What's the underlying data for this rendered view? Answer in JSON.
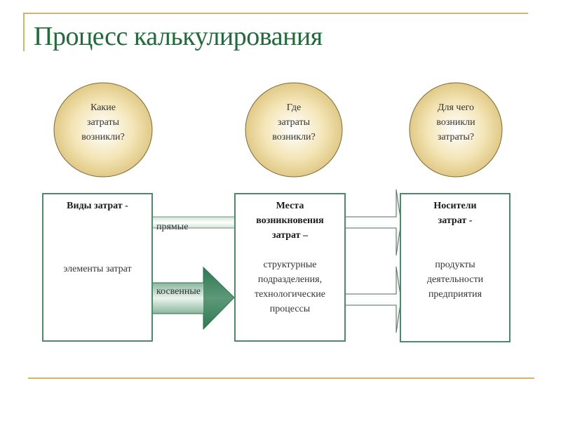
{
  "slide": {
    "title": "Процесс калькулирования",
    "colors": {
      "accent_rule": "#d4b46a",
      "title": "#1f6b3a",
      "box_border": "#4d8a68",
      "ellipse_fill": "#e8d190",
      "arrow_dark": "#2f7a52"
    }
  },
  "questions": [
    {
      "lines": [
        "Какие",
        "затраты",
        "возникли?"
      ]
    },
    {
      "lines": [
        "Где",
        "затраты",
        "возникли?"
      ]
    },
    {
      "lines": [
        "Для чего",
        "возникли",
        "затраты?"
      ]
    }
  ],
  "boxes": [
    {
      "heading": [
        "Виды  затрат -"
      ],
      "body": [
        "элементы затрат"
      ]
    },
    {
      "heading": [
        "Места",
        "возникновения",
        "затрат –"
      ],
      "body": [
        "структурные",
        "подразделения,",
        "технологические",
        "процессы"
      ]
    },
    {
      "heading": [
        "Носители",
        "затрат -"
      ],
      "body": [
        "продукты",
        "деятельности",
        "предприятия"
      ]
    }
  ],
  "arrows": {
    "direct_label": "прямые",
    "indirect_label": "косвенные"
  }
}
